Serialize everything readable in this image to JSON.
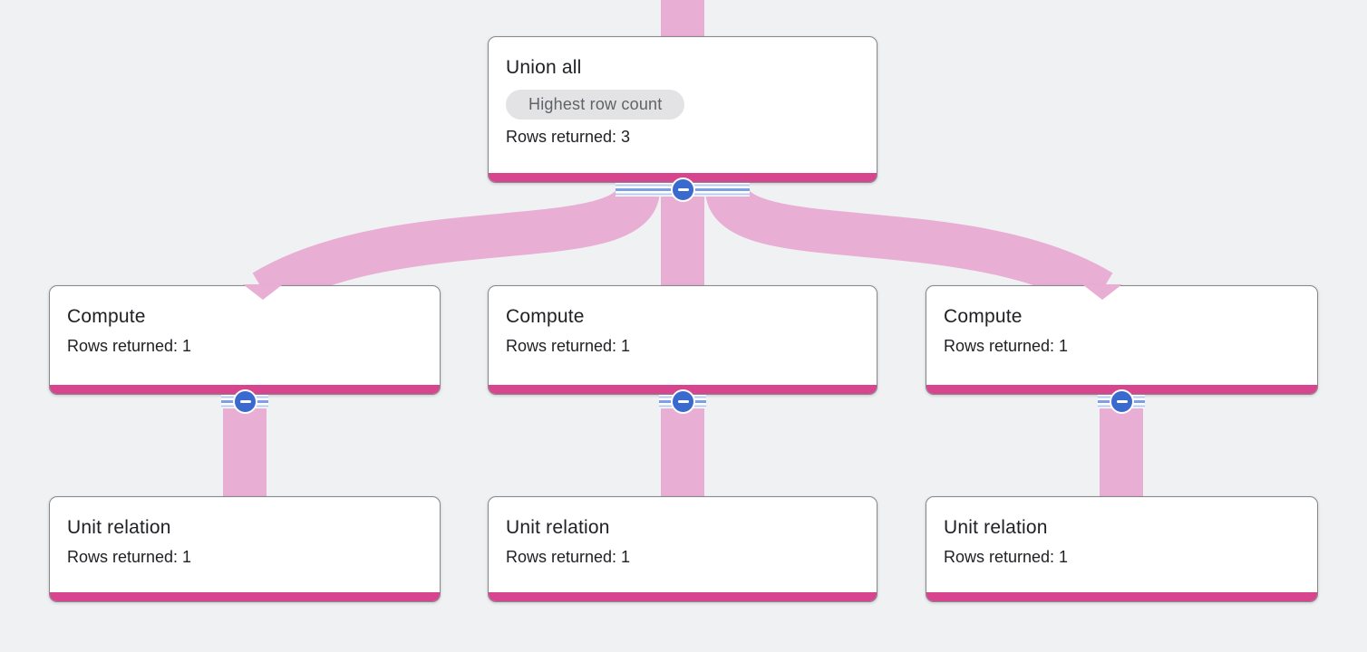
{
  "app": {
    "name": "query-execution-graph",
    "description": "Query plan stage tree with row-flow ribbons"
  },
  "colors": {
    "background": "#f0f1f3",
    "node_background": "#ffffff",
    "node_border": "#85888c",
    "node_accent_bar": "#d7458f",
    "edge_ribbon": "#e8aed4",
    "collapse_button_blue": "#3a6ace",
    "rail_line_outer": "#b7cbf2",
    "rail_line_inner": "#7d9fe3",
    "badge_background": "#e3e3e5",
    "badge_text": "#5f6368",
    "text": "#202124"
  },
  "icons": {
    "collapse": "minus-circle-icon"
  },
  "nodes": [
    {
      "id": "union-all",
      "title": "Union all",
      "badge": "Highest row count",
      "rows": "Rows returned: 3",
      "collapsible": true
    },
    {
      "id": "compute-left",
      "title": "Compute",
      "rows": "Rows returned: 1",
      "collapsible": true
    },
    {
      "id": "compute-center",
      "title": "Compute",
      "rows": "Rows returned: 1",
      "collapsible": true
    },
    {
      "id": "compute-right",
      "title": "Compute",
      "rows": "Rows returned: 1",
      "collapsible": true
    },
    {
      "id": "unit-relation-left",
      "title": "Unit relation",
      "rows": "Rows returned: 1",
      "collapsible": false
    },
    {
      "id": "unit-relation-center",
      "title": "Unit relation",
      "rows": "Rows returned: 1",
      "collapsible": false
    },
    {
      "id": "unit-relation-right",
      "title": "Unit relation",
      "rows": "Rows returned: 1",
      "collapsible": false
    }
  ],
  "edges": [
    {
      "from": "offscreen-top",
      "to": "union-all"
    },
    {
      "from": "union-all",
      "to": "compute-left"
    },
    {
      "from": "union-all",
      "to": "compute-center"
    },
    {
      "from": "union-all",
      "to": "compute-right"
    },
    {
      "from": "compute-left",
      "to": "unit-relation-left"
    },
    {
      "from": "compute-center",
      "to": "unit-relation-center"
    },
    {
      "from": "compute-right",
      "to": "unit-relation-right"
    }
  ]
}
